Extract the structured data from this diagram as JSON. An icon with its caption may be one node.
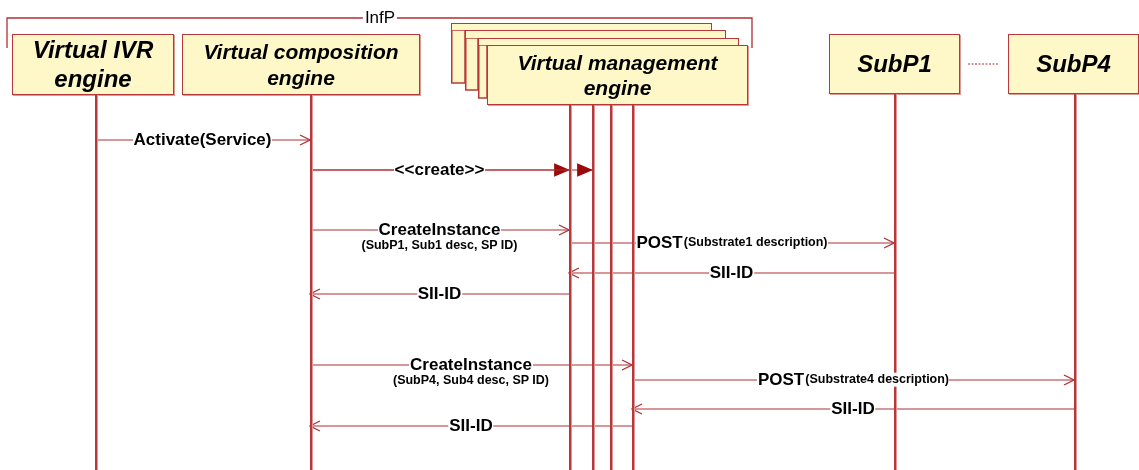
{
  "diagram": {
    "nodes": [
      {
        "text": [
          "Virtual IVR engine"
        ]
      },
      {
        "text": [
          "Virtual composition engine"
        ]
      },
      {
        "text": [],
        "shape": "box"
      },
      {
        "text": [],
        "shape": "box"
      },
      {
        "text": [],
        "shape": "box"
      },
      {
        "text": [
          "Virtual management engine"
        ]
      },
      {
        "text": [
          "SubP1"
        ]
      },
      {
        "text": [
          "SubP4"
        ]
      },
      {
        "text": [],
        "shape": "line"
      },
      {
        "text": [],
        "shape": "line"
      },
      {
        "text": [],
        "shape": "line"
      },
      {
        "text": [],
        "shape": "line"
      },
      {
        "text": [],
        "shape": "line"
      },
      {
        "text": [],
        "shape": "line"
      },
      {
        "text": [],
        "shape": "line"
      },
      {
        "text": [],
        "shape": "line"
      }
    ],
    "edges": [
      {
        "from": 8,
        "to": 9,
        "arrow": "to",
        "label": "Activate(Service)"
      },
      {
        "from": 9,
        "to": 10,
        "arrow": "to",
        "label": "<<create>>"
      },
      {
        "from": 9,
        "to": 11,
        "arrow": "to"
      },
      {
        "from": 9,
        "to": 10,
        "arrow": "to",
        "label": "CreateInstance"
      },
      {
        "from": 10,
        "to": 14,
        "arrow": "to",
        "label": "POST"
      },
      {
        "from": 14,
        "to": 10,
        "arrow": "to",
        "label": "SII-ID"
      },
      {
        "from": 10,
        "to": 9,
        "arrow": "to",
        "label": "SII-ID"
      },
      {
        "from": 9,
        "to": 13,
        "arrow": "to",
        "label": "CreateInstance"
      },
      {
        "from": 13,
        "to": 15,
        "arrow": "to",
        "label": "POST"
      },
      {
        "from": 15,
        "to": 13,
        "arrow": "to",
        "label": "SII-ID"
      },
      {
        "from": 13,
        "to": 9,
        "arrow": "to",
        "label": "SII-ID"
      },
      {
        "from": 6,
        "to": 7,
        "arrow": "none",
        "style": "dashed"
      }
    ],
    "labels": [
      "InfP",
      "(SubP1, Sub1 desc, SP ID)",
      "(Substrate1 description)",
      "(SubP4, Sub4 desc, SP ID)",
      "(Substrate4 description)"
    ]
  }
}
